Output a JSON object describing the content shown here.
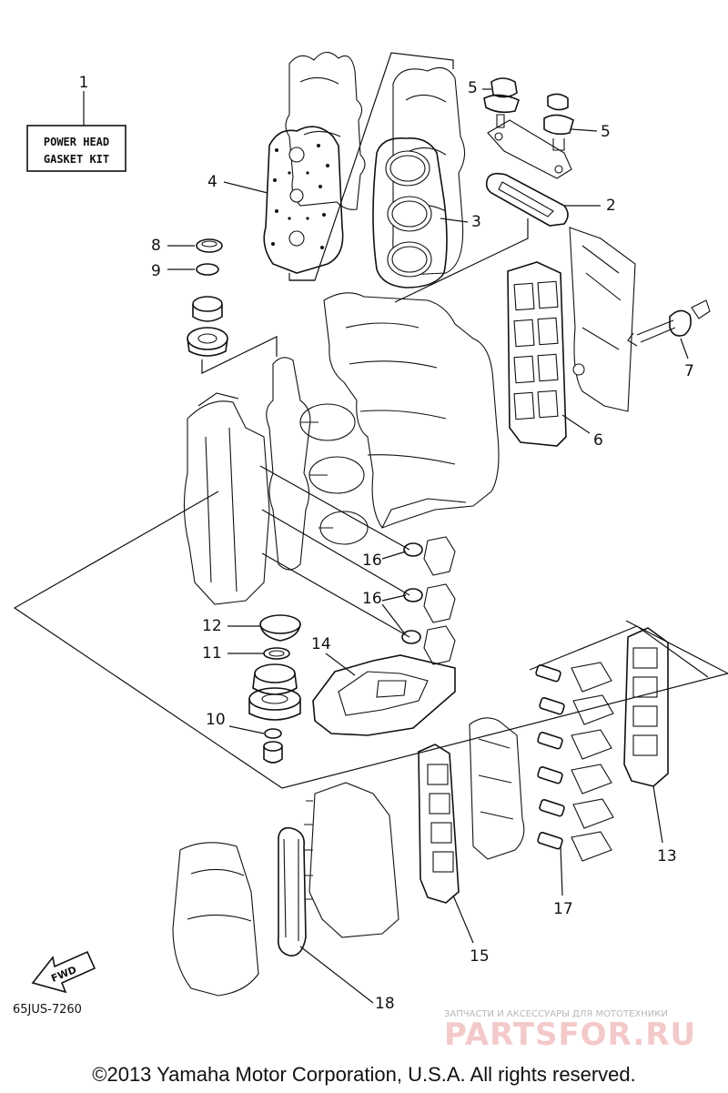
{
  "kit_box": {
    "line1": "POWER HEAD",
    "line2": "GASKET KIT"
  },
  "callouts": [
    "1",
    "2",
    "3",
    "4",
    "5",
    "5",
    "6",
    "7",
    "8",
    "9",
    "10",
    "11",
    "12",
    "13",
    "14",
    "15",
    "16",
    "16",
    "17",
    "18"
  ],
  "fwd_label": "FWD",
  "diagram_code": "65JUS-7260",
  "watermark": {
    "top": "ЗАПЧАСТИ И АКСЕССУАРЫ ДЛЯ МОТОТЕХНИКИ",
    "brand": "PARTSFOR.RU"
  },
  "copyright": "©2013 Yamaha Motor Corporation, U.S.A. All rights reserved."
}
